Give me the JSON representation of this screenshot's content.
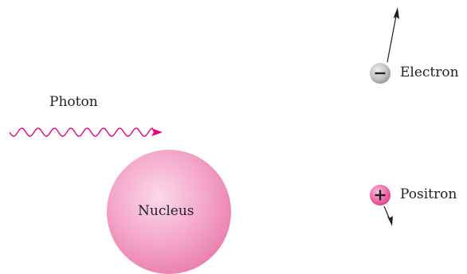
{
  "labels": {
    "photon": "Photon",
    "nucleus": "Nucleus",
    "electron": "Electron",
    "positron": "Positron"
  },
  "symbols": {
    "electron_sign": "−",
    "positron_sign": "+"
  },
  "colors": {
    "photon_wave": "#e6007e",
    "nucleus_fill": "#f29bc1",
    "positron_fill": "#ee5a9e",
    "electron_fill": "#b8b9bb",
    "arrow": "#231f20"
  },
  "icons": {
    "photon": "wavy-arrow-icon",
    "electron": "minus-sphere-icon",
    "positron": "plus-sphere-icon"
  }
}
